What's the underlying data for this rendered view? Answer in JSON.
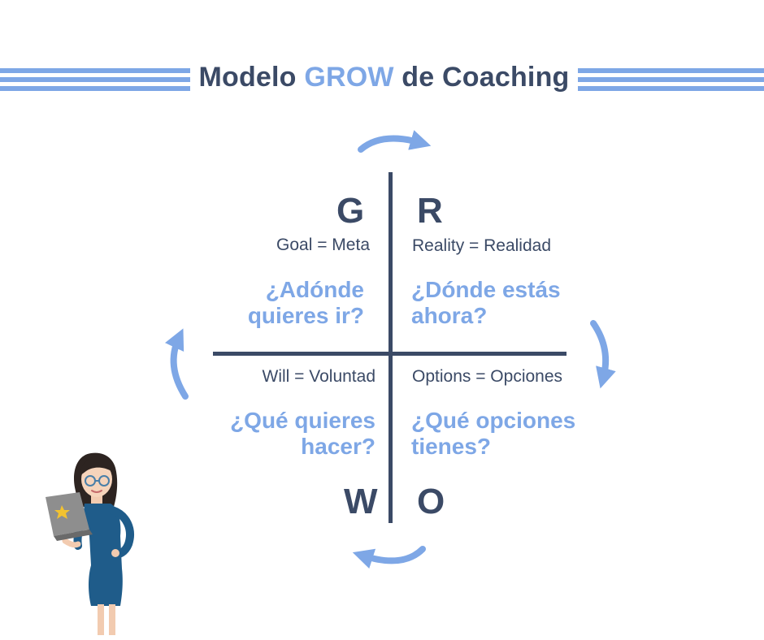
{
  "title": {
    "prefix": "Modelo ",
    "accent": "GROW",
    "suffix": " de Coaching"
  },
  "quadrants": {
    "g": {
      "letter": "G",
      "label": "Goal = Meta",
      "question_line1": "¿Adónde",
      "question_line2": "quieres ir?"
    },
    "r": {
      "letter": "R",
      "label": "Reality = Realidad",
      "question_line1": "¿Dónde estás",
      "question_line2": "ahora?"
    },
    "w": {
      "letter": "W",
      "label": "Will = Voluntad",
      "question_line1": "¿Qué quieres",
      "question_line2": "hacer?"
    },
    "o": {
      "letter": "O",
      "label": "Options = Opciones",
      "question_line1": "¿Qué opciones",
      "question_line2": "tienes?"
    }
  },
  "colors": {
    "dark": "#3b4a66",
    "accent": "#7ea7e6"
  },
  "icons": [
    "curved-arrow-icon",
    "woman-with-laptop-illustration"
  ]
}
